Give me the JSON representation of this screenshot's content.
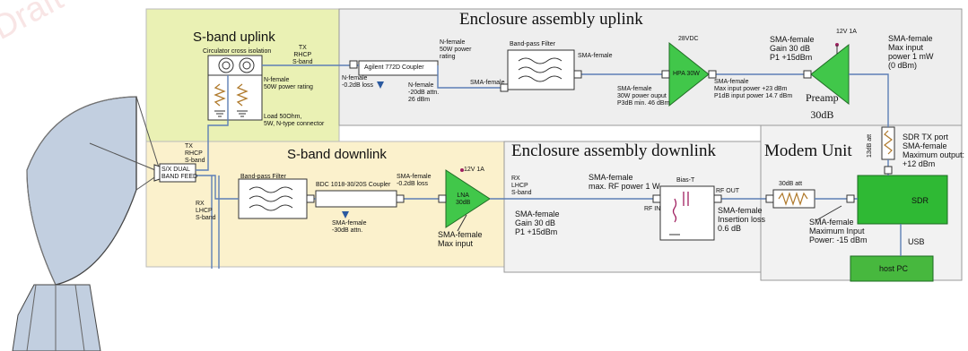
{
  "watermark": "Draft",
  "regions": {
    "enclosure_uplink": "Enclosure assembly uplink",
    "enclosure_downlink": "Enclosure assembly downlink",
    "modem_unit": "Modem Unit",
    "s_band_uplink": "S-band uplink",
    "s_band_downlink": "S-band downlink"
  },
  "uplink": {
    "circulator": "Circulator cross isolation",
    "tx_rhcp": [
      "TX",
      "RHCP",
      "S-band"
    ],
    "n_female_loss": [
      "N-female",
      "-0.2dB loss"
    ],
    "n_female_rating": [
      "N-female",
      "50W power rating"
    ],
    "load": [
      "Load 50Ohm,",
      "5W, N-type connector"
    ],
    "coupler": "Agilent 772D Coupler",
    "coupler_in": [
      "N-female",
      "50W power",
      "rating"
    ],
    "coupler_atten": [
      "N-female",
      "-20dB attn.",
      "26 dBm"
    ],
    "bpf": "Band-pass Filter",
    "bpf_in": "SMA-female",
    "bpf_out": "SMA-female",
    "hpa_supply": "28VDC",
    "hpa": "HPA 30W",
    "hpa_in": [
      "SMA-female",
      "30W power ouput",
      "P3dB min. 46 dBm"
    ],
    "hpa_out": [
      "SMA-female",
      "Max input power +23 dBm",
      "P1dB input power 14.7 dBm"
    ],
    "preamp_spec": [
      "SMA-female",
      "Gain 30 dB",
      "P1 +15dBm"
    ],
    "preamp_supply": "12V 1A",
    "preamp_in": [
      "SMA-female",
      "Max input",
      "power 1 mW",
      "(0 dBm)"
    ],
    "preamp": [
      "Preamp",
      "30dB"
    ]
  },
  "feed": {
    "label": [
      "S/X DUAL",
      "BAND FEED"
    ],
    "tx": [
      "TX",
      "RHCP",
      "S-band"
    ],
    "rx": [
      "RX",
      "LHCP",
      "S-band"
    ]
  },
  "downlink": {
    "bpf": "Band-pass Filter",
    "coupler": "BDC 1018-30/20S Coupler",
    "coupler_out": [
      "SMA-female",
      "-0.2dB loss"
    ],
    "coupler_atten": [
      "SMA-female",
      "-30dB attn."
    ],
    "lna": [
      "LNA",
      "30dB"
    ],
    "lna_supply": "12V 1A",
    "lna_in": [
      "SMA-female",
      "Max input"
    ],
    "rx": [
      "RX",
      "LHCP",
      "S-band"
    ],
    "lna_spec": [
      "SMA-female",
      "Gain 30 dB",
      "P1 +15dBm"
    ],
    "biast_in_spec": [
      "SMA-female",
      "max. RF power 1 W"
    ],
    "biast": "Bias-T",
    "rf_in": "RF IN",
    "rf_out": "RF OUT",
    "biast_out": [
      "SMA-female",
      "Insertion loss",
      "0.6 dB"
    ]
  },
  "modem": {
    "att": "30dB att",
    "att13": "13dB att",
    "sdr_tx": [
      "SDR TX port",
      "SMA-female",
      "Maximum output:",
      "+12 dBm"
    ],
    "sdr": "SDR",
    "sdr_in": [
      "SMA-female",
      "Maximum Input",
      "Power: -15 dBm"
    ],
    "usb": "USB",
    "host": "host PC"
  },
  "colors": {
    "uplink_bg": "#eaf1b4",
    "downlink_bg": "#fbf1cc",
    "enclosure_bg": "#eeeeee",
    "amp_green": "#41c74a",
    "sdr_green": "#2fb934",
    "host_green": "#47b83e",
    "wire": "#5d7fb5",
    "dish": "#c2cfe0"
  }
}
